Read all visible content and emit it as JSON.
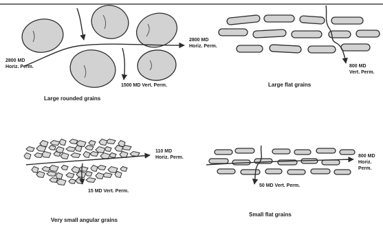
{
  "panels": {
    "large_rounded": {
      "caption": "Large rounded grains",
      "horiz_value": "2800 MD",
      "horiz_unit": "Horiz. Perm.",
      "horiz_out_value": "2800 MD",
      "horiz_out_unit": "Horiz. Perm.",
      "vert_label": "1500 MD Vert. Perm."
    },
    "large_flat": {
      "caption": "Large flat grains",
      "vert_value": "800 MD",
      "vert_unit": "Vert. Perm."
    },
    "small_angular": {
      "caption": "Very small angular grains",
      "horiz_value": "110 MD",
      "horiz_unit": "Horiz. Perm.",
      "vert_label": "15 MD Vert. Perm."
    },
    "small_flat": {
      "caption": "Small flat grains",
      "horiz_value": "800 MD",
      "horiz_unit_1": "Horiz.",
      "horiz_unit_2": "Perm.",
      "vert_label": "50 MD Vert. Perm."
    }
  },
  "colors": {
    "grain_fill": "#d2d2d2",
    "outline": "#2e2e2e",
    "background": "#ffffff"
  }
}
